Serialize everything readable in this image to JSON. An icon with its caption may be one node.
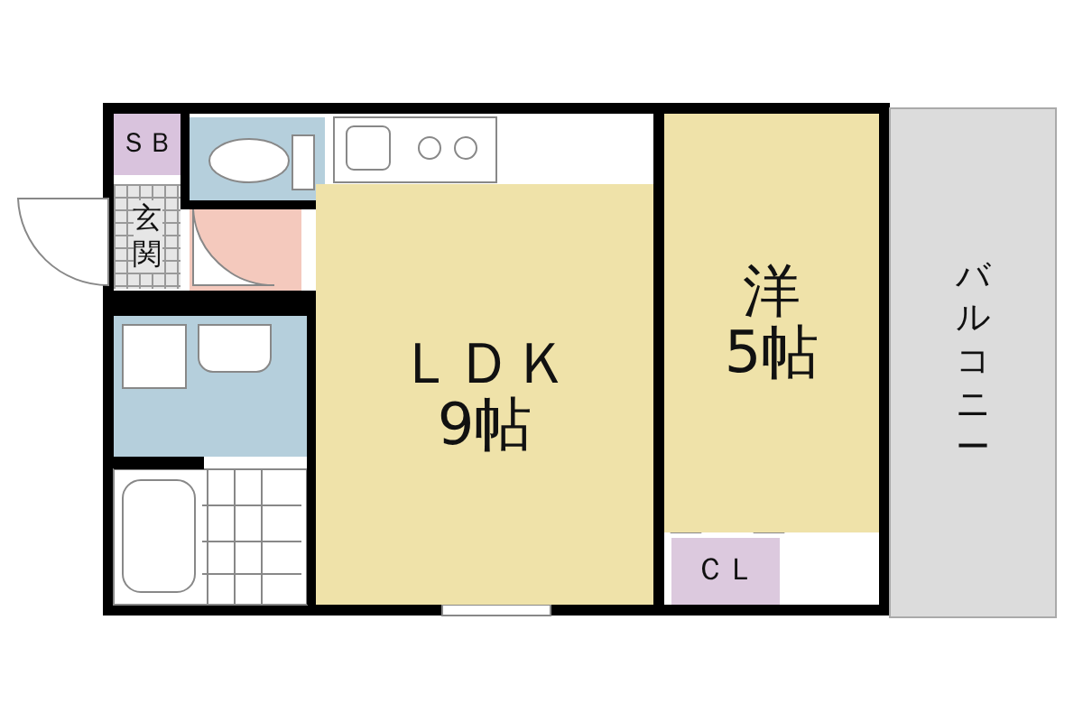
{
  "diagram": {
    "nodes": [
      {
        "text": [
          "ＳＢ"
        ]
      },
      {
        "text": [
          "玄関"
        ]
      },
      {
        "text": [
          "ＬＤＫ",
          "9帖"
        ]
      },
      {
        "text": [
          "洋",
          "5帖"
        ]
      },
      {
        "text": [
          "ＣＬ"
        ]
      },
      {
        "text": [
          "バルコニー"
        ]
      }
    ],
    "edges": []
  }
}
